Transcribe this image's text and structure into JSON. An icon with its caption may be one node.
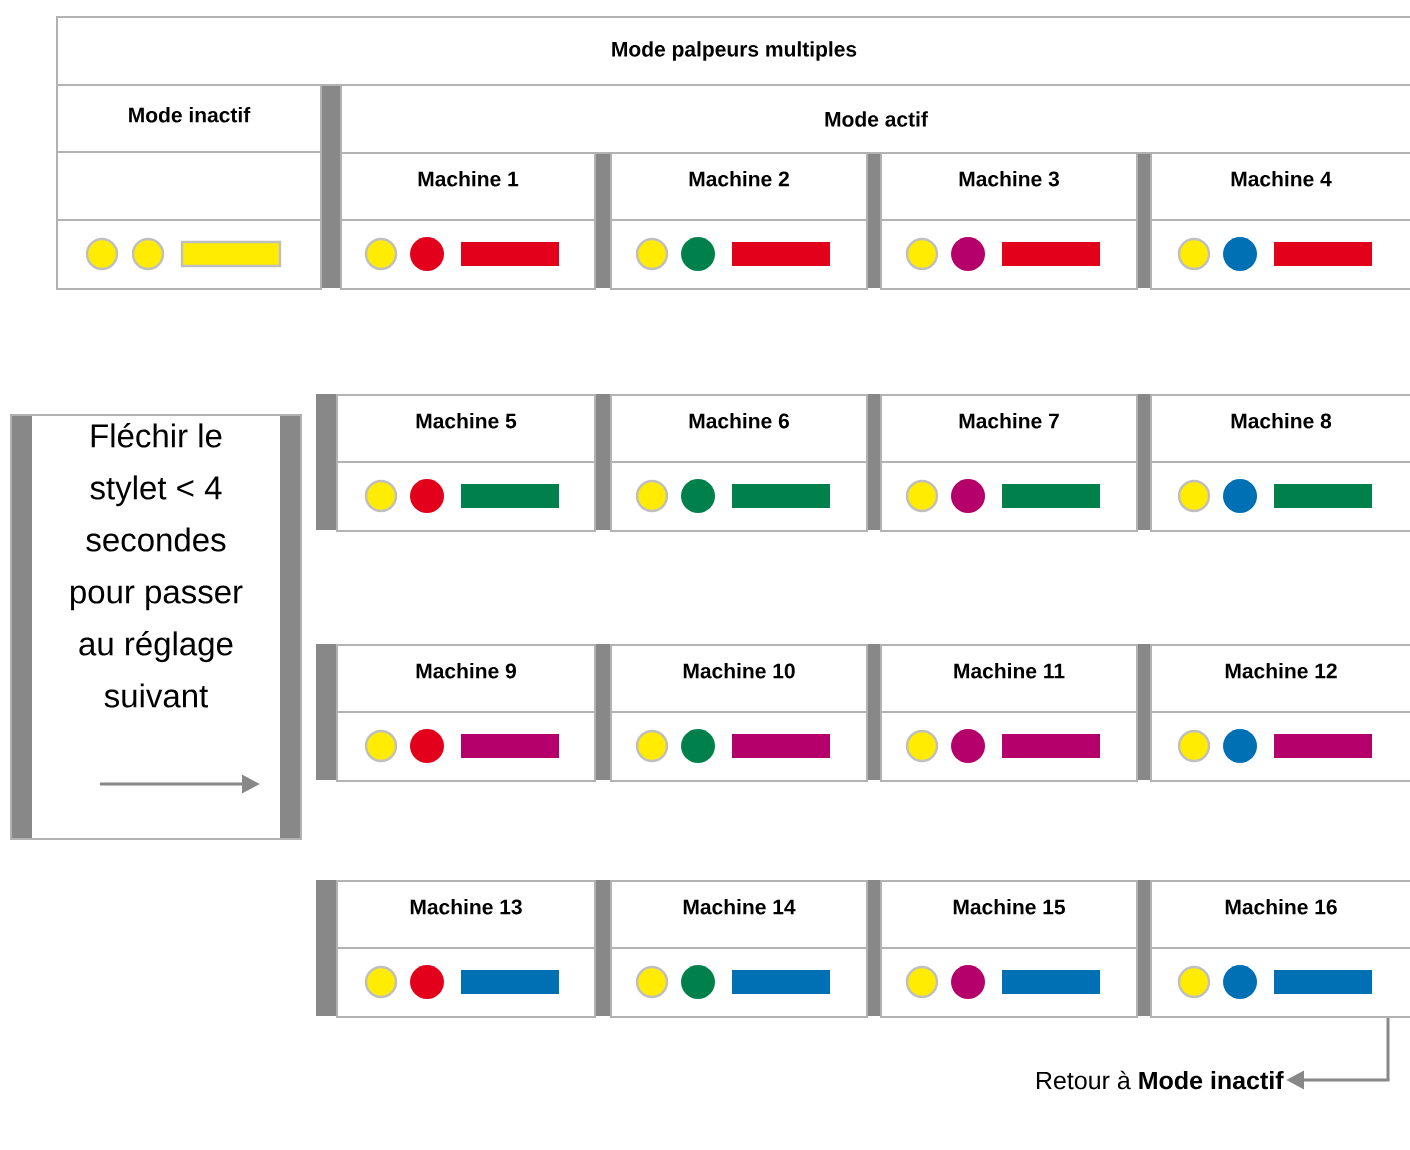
{
  "diagram": {
    "nodes": [
      {
        "text": [
          "Mode palpeurs multiples"
        ]
      },
      {
        "text": [
          "Mode inactif"
        ]
      },
      {
        "text": [
          "Mode actif"
        ]
      },
      {
        "text": [
          "Machine 1"
        ]
      },
      {
        "text": [
          "Machine 2"
        ]
      },
      {
        "text": [
          "Machine 3"
        ]
      },
      {
        "text": [
          "Machine 4"
        ]
      },
      {
        "text": [
          "Machine 5"
        ]
      },
      {
        "text": [
          "Machine 6"
        ]
      },
      {
        "text": [
          "Machine 7"
        ]
      },
      {
        "text": [
          "Machine 8"
        ]
      },
      {
        "text": [
          "Machine 9"
        ]
      },
      {
        "text": [
          "Machine 10"
        ]
      },
      {
        "text": [
          "Machine 11"
        ]
      },
      {
        "text": [
          "Machine 12"
        ]
      },
      {
        "text": [
          "Machine 13"
        ]
      },
      {
        "text": [
          "Machine 14"
        ]
      },
      {
        "text": [
          "Machine 15"
        ]
      },
      {
        "text": [
          "Machine 16"
        ]
      },
      {
        "text": [
          "Fléchir le stylet < 4 secondes pour passer au réglage suivant"
        ]
      },
      {
        "text": [
          "Retour à **Mode inactif**"
        ]
      }
    ],
    "edges": [
      {
        "from": 18,
        "to": 20,
        "arrow": "to",
        "color": "#888888"
      }
    ]
  }
}
